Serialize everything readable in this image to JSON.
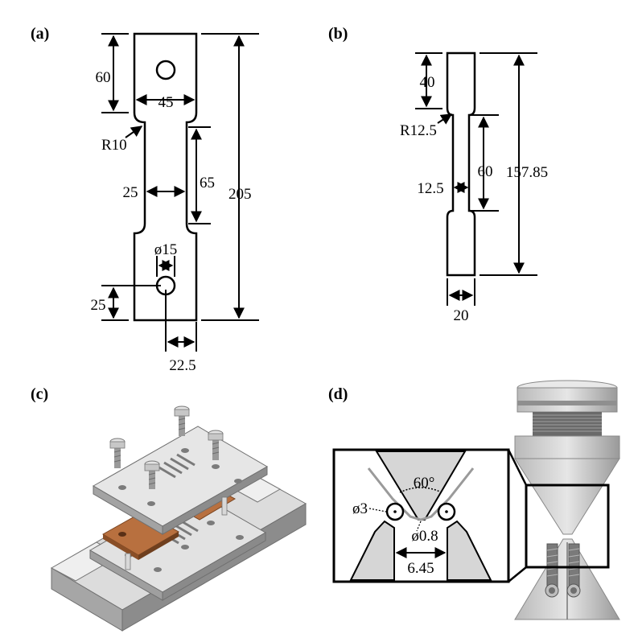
{
  "panels": {
    "a": {
      "label": "(a)",
      "dims": {
        "top_height": "60",
        "head_width": "45",
        "radius": "R10",
        "gauge_width": "25",
        "gauge_length": "65",
        "total_length": "205",
        "hole_diameter": "ø15",
        "bottom_offset": "25",
        "hole_x": "22.5"
      }
    },
    "b": {
      "label": "(b)",
      "dims": {
        "top_height": "40",
        "radius": "R12.5",
        "gauge_length": "60",
        "total_length": "157.85",
        "gauge_width": "12.5",
        "head_width": "20"
      }
    },
    "c": {
      "label": "(c)"
    },
    "d": {
      "label": "(d)",
      "dims": {
        "angle": "60°",
        "roller_diameter": "ø3",
        "tip_diameter": "ø0.8",
        "gap": "6.45"
      }
    }
  },
  "colors": {
    "line": "#000000",
    "steel_light": "#d9d9d9",
    "steel_mid": "#b4b4b4",
    "steel_dark": "#8a8a8a",
    "copper": "#b8703f",
    "copper_dark": "#8a4f27"
  }
}
